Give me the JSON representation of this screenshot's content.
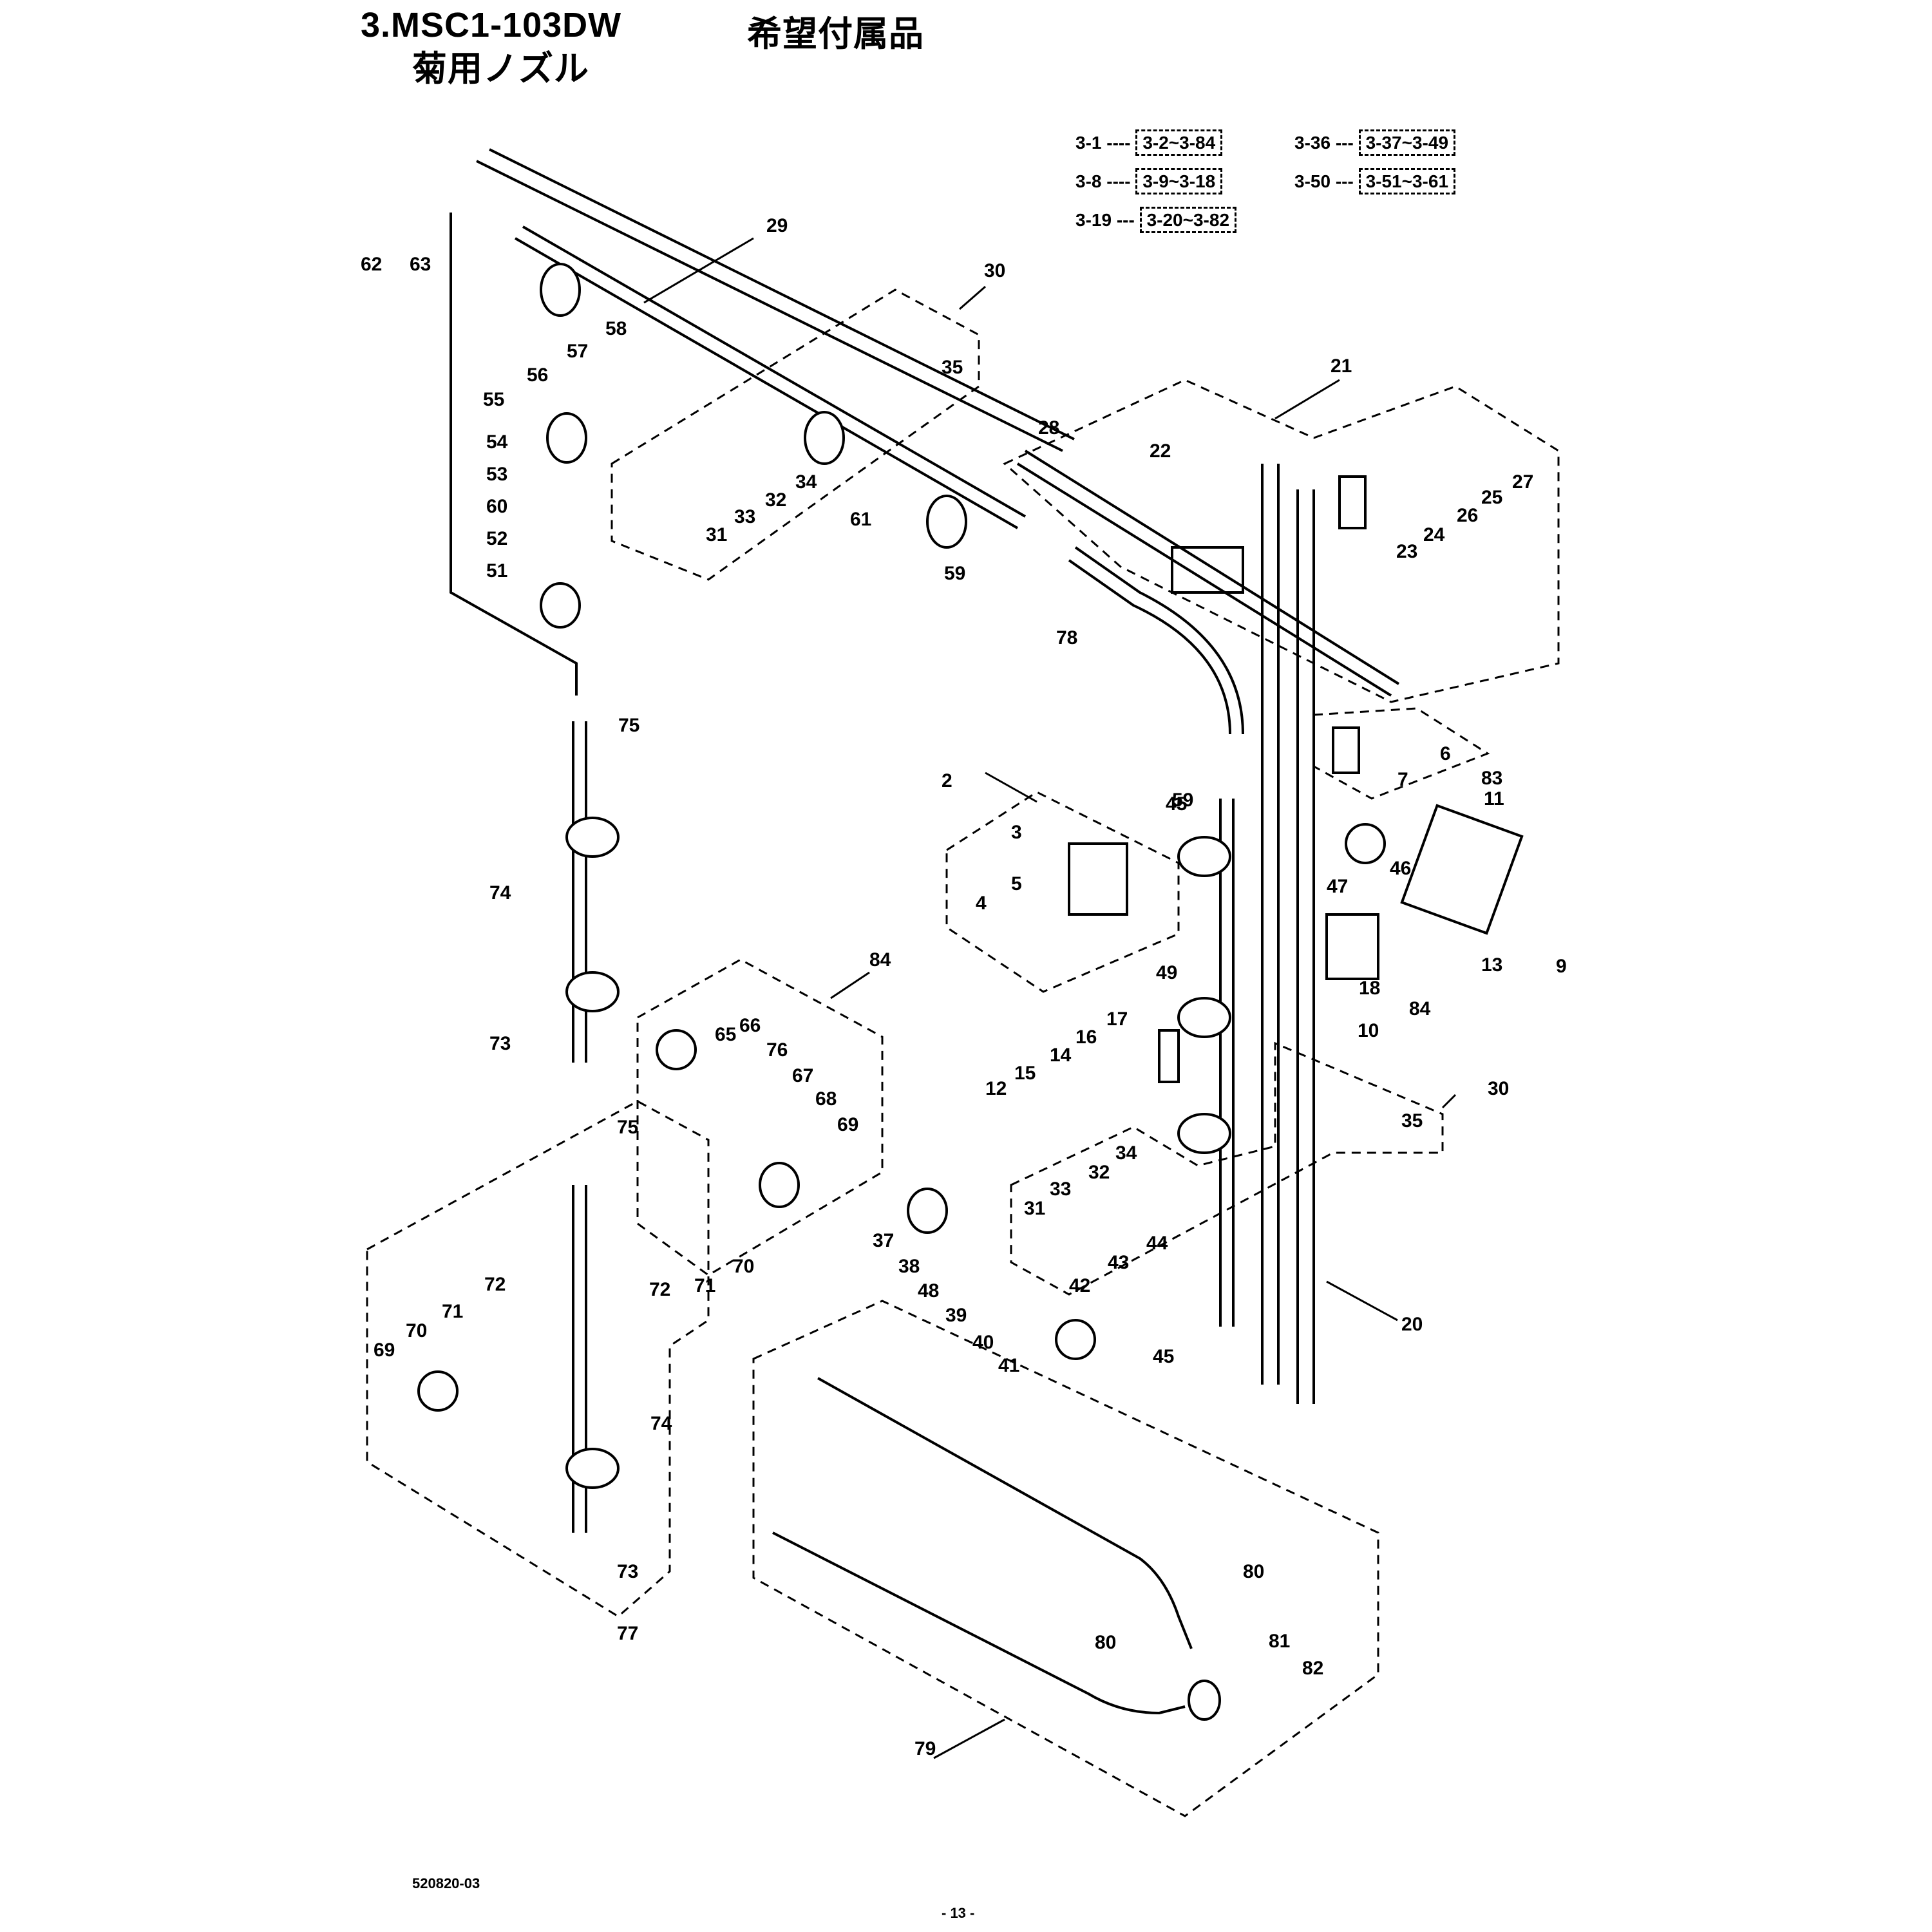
{
  "header": {
    "title_model": "3.MSC1-103DW",
    "title_category": "希望付属品",
    "subtitle": "菊用ノズル"
  },
  "group_refs": [
    {
      "parent": "3-1",
      "children": "3-2~3-84"
    },
    {
      "parent": "3-8",
      "children": "3-9~3-18"
    },
    {
      "parent": "3-19",
      "children": "3-20~3-82"
    },
    {
      "parent": "3-36",
      "children": "3-37~3-49"
    },
    {
      "parent": "3-50",
      "children": "3-51~3-61"
    }
  ],
  "part_labels": [
    "2",
    "3",
    "4",
    "5",
    "6",
    "7",
    "9",
    "10",
    "11",
    "12",
    "13",
    "14",
    "15",
    "16",
    "17",
    "18",
    "20",
    "21",
    "22",
    "23",
    "24",
    "25",
    "26",
    "27",
    "28",
    "29",
    "30",
    "31",
    "32",
    "33",
    "34",
    "35",
    "37",
    "38",
    "39",
    "40",
    "41",
    "42",
    "43",
    "44",
    "45",
    "46",
    "47",
    "48",
    "49",
    "51",
    "52",
    "53",
    "54",
    "55",
    "56",
    "57",
    "58",
    "59",
    "60",
    "61",
    "62",
    "63",
    "65",
    "66",
    "67",
    "68",
    "69",
    "70",
    "71",
    "72",
    "73",
    "74",
    "75",
    "76",
    "77",
    "78",
    "79",
    "80",
    "81",
    "82",
    "83",
    "84"
  ],
  "footer": {
    "drawing_code": "520820-03",
    "page": "- 13 -"
  }
}
